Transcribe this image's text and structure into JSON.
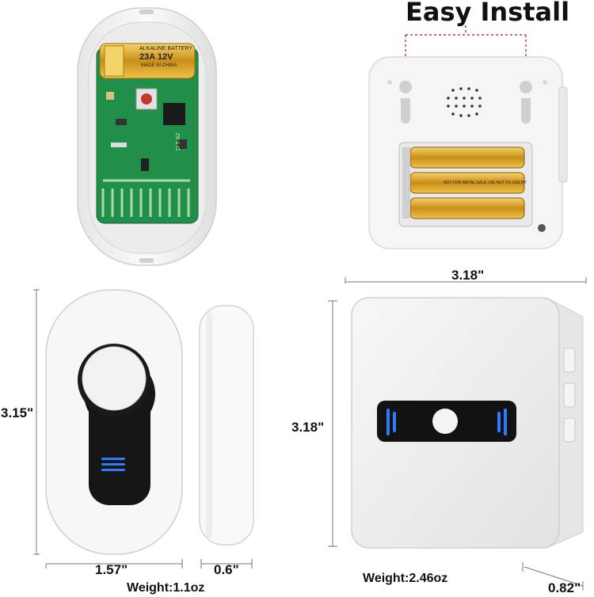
{
  "title": "Easy Install",
  "battery": {
    "line1": "ALKALINE BATTERY",
    "line2": "23A 12V",
    "line3": "MADE IN CHINA"
  },
  "board_code": "D-T-A2",
  "receiver_battery_text": "NOT FOR METAL SALE | RE NOT TO USE BY",
  "button_height": "3.15\"",
  "button_width": "1.57\"",
  "button_depth": "0.6\"",
  "button_weight": "Weight:1.1oz",
  "receiver_width": "3.18\"",
  "receiver_height": "3.18\"",
  "receiver_depth": "0.82\"",
  "receiver_weight": "Weight:2.46oz",
  "colors": {
    "pcb": "#1f8f4a",
    "battery_gold": "#d9a520",
    "led_blue": "#2f7bff",
    "shell": "#f2f2f2",
    "guide_red": "#c0392b"
  }
}
